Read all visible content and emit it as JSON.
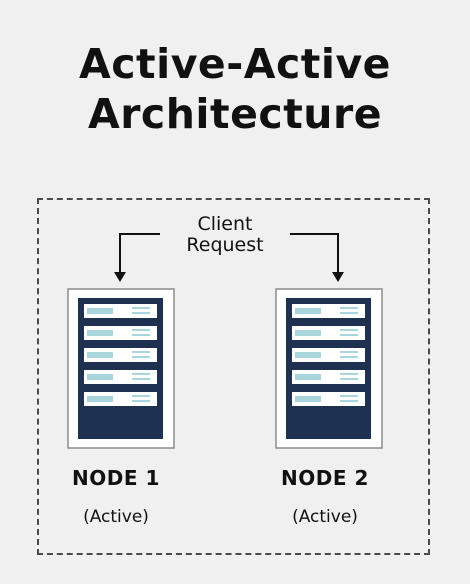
{
  "title": {
    "line1": "Active-Active",
    "line2": "Architecture"
  },
  "client_request": {
    "line1": "Client",
    "line2": "Request"
  },
  "nodes": [
    {
      "name": "NODE 1",
      "status": "(Active)"
    },
    {
      "name": "NODE 2",
      "status": "(Active)"
    }
  ],
  "colors": {
    "background": "#f0f0f0",
    "server_dark": "#1f3150",
    "server_slot": "#ffffff",
    "server_led": "#a9d6dc",
    "text": "#111111"
  }
}
